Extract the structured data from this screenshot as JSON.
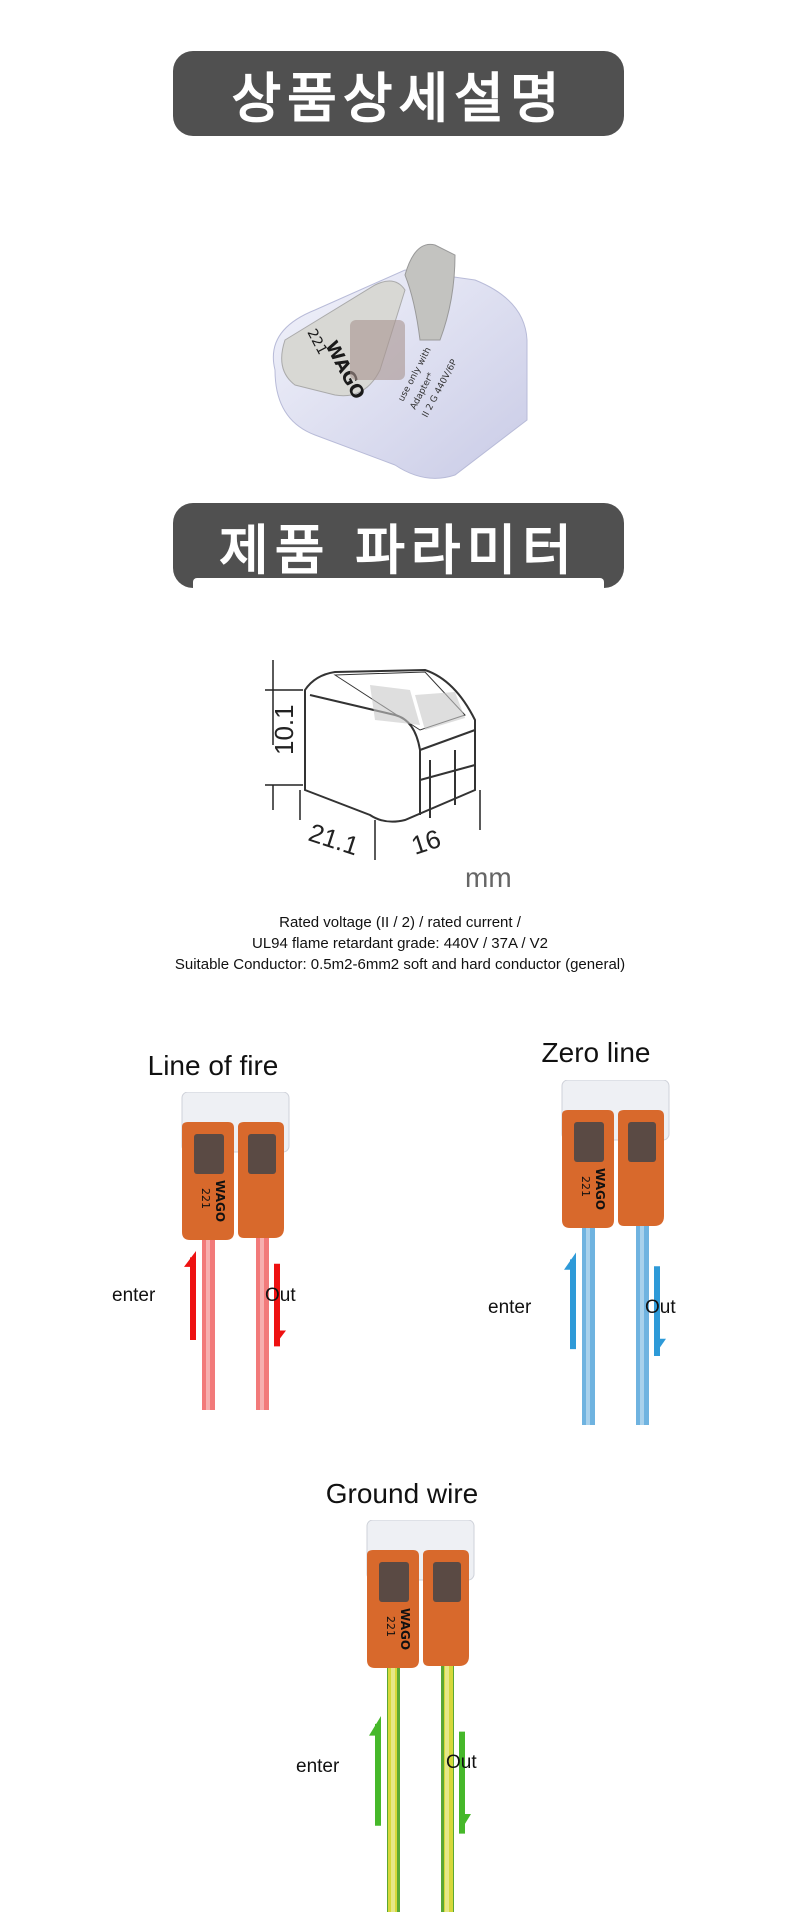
{
  "header": {
    "title": "상품상세설명"
  },
  "product_photo": {
    "brand_mark": "WAGO",
    "model": "221",
    "side_print": [
      "use only with",
      "Adapter*",
      "II 2 G 440V/6P"
    ]
  },
  "params": {
    "title": "제품 파라미터",
    "dimensions": {
      "height": "10.1",
      "length": "21.1",
      "width": "16",
      "unit": "mm"
    },
    "spec_lines": [
      "Rated voltage (II / 2) / rated current /",
      "UL94 flame retardant grade: 440V / 37A / V2",
      "Suitable Conductor: 0.5m2-6mm2 soft and hard conductor (general)"
    ]
  },
  "wiring": [
    {
      "title": "Line of fire",
      "in_label": "enter",
      "out_label": "Out",
      "wire_color": "#f27a7a",
      "arrow_color": "#ee1111"
    },
    {
      "title": "Zero line",
      "in_label": "enter",
      "out_label": "Out",
      "wire_color": "#6fb3e0",
      "arrow_color": "#2e9ad8"
    },
    {
      "title": "Ground wire",
      "in_label": "enter",
      "out_label": "Out",
      "wire_color": "#c9d23a",
      "arrow_color": "#46b82a"
    }
  ],
  "colors": {
    "banner": "#505050",
    "lever": "#d8692c"
  }
}
